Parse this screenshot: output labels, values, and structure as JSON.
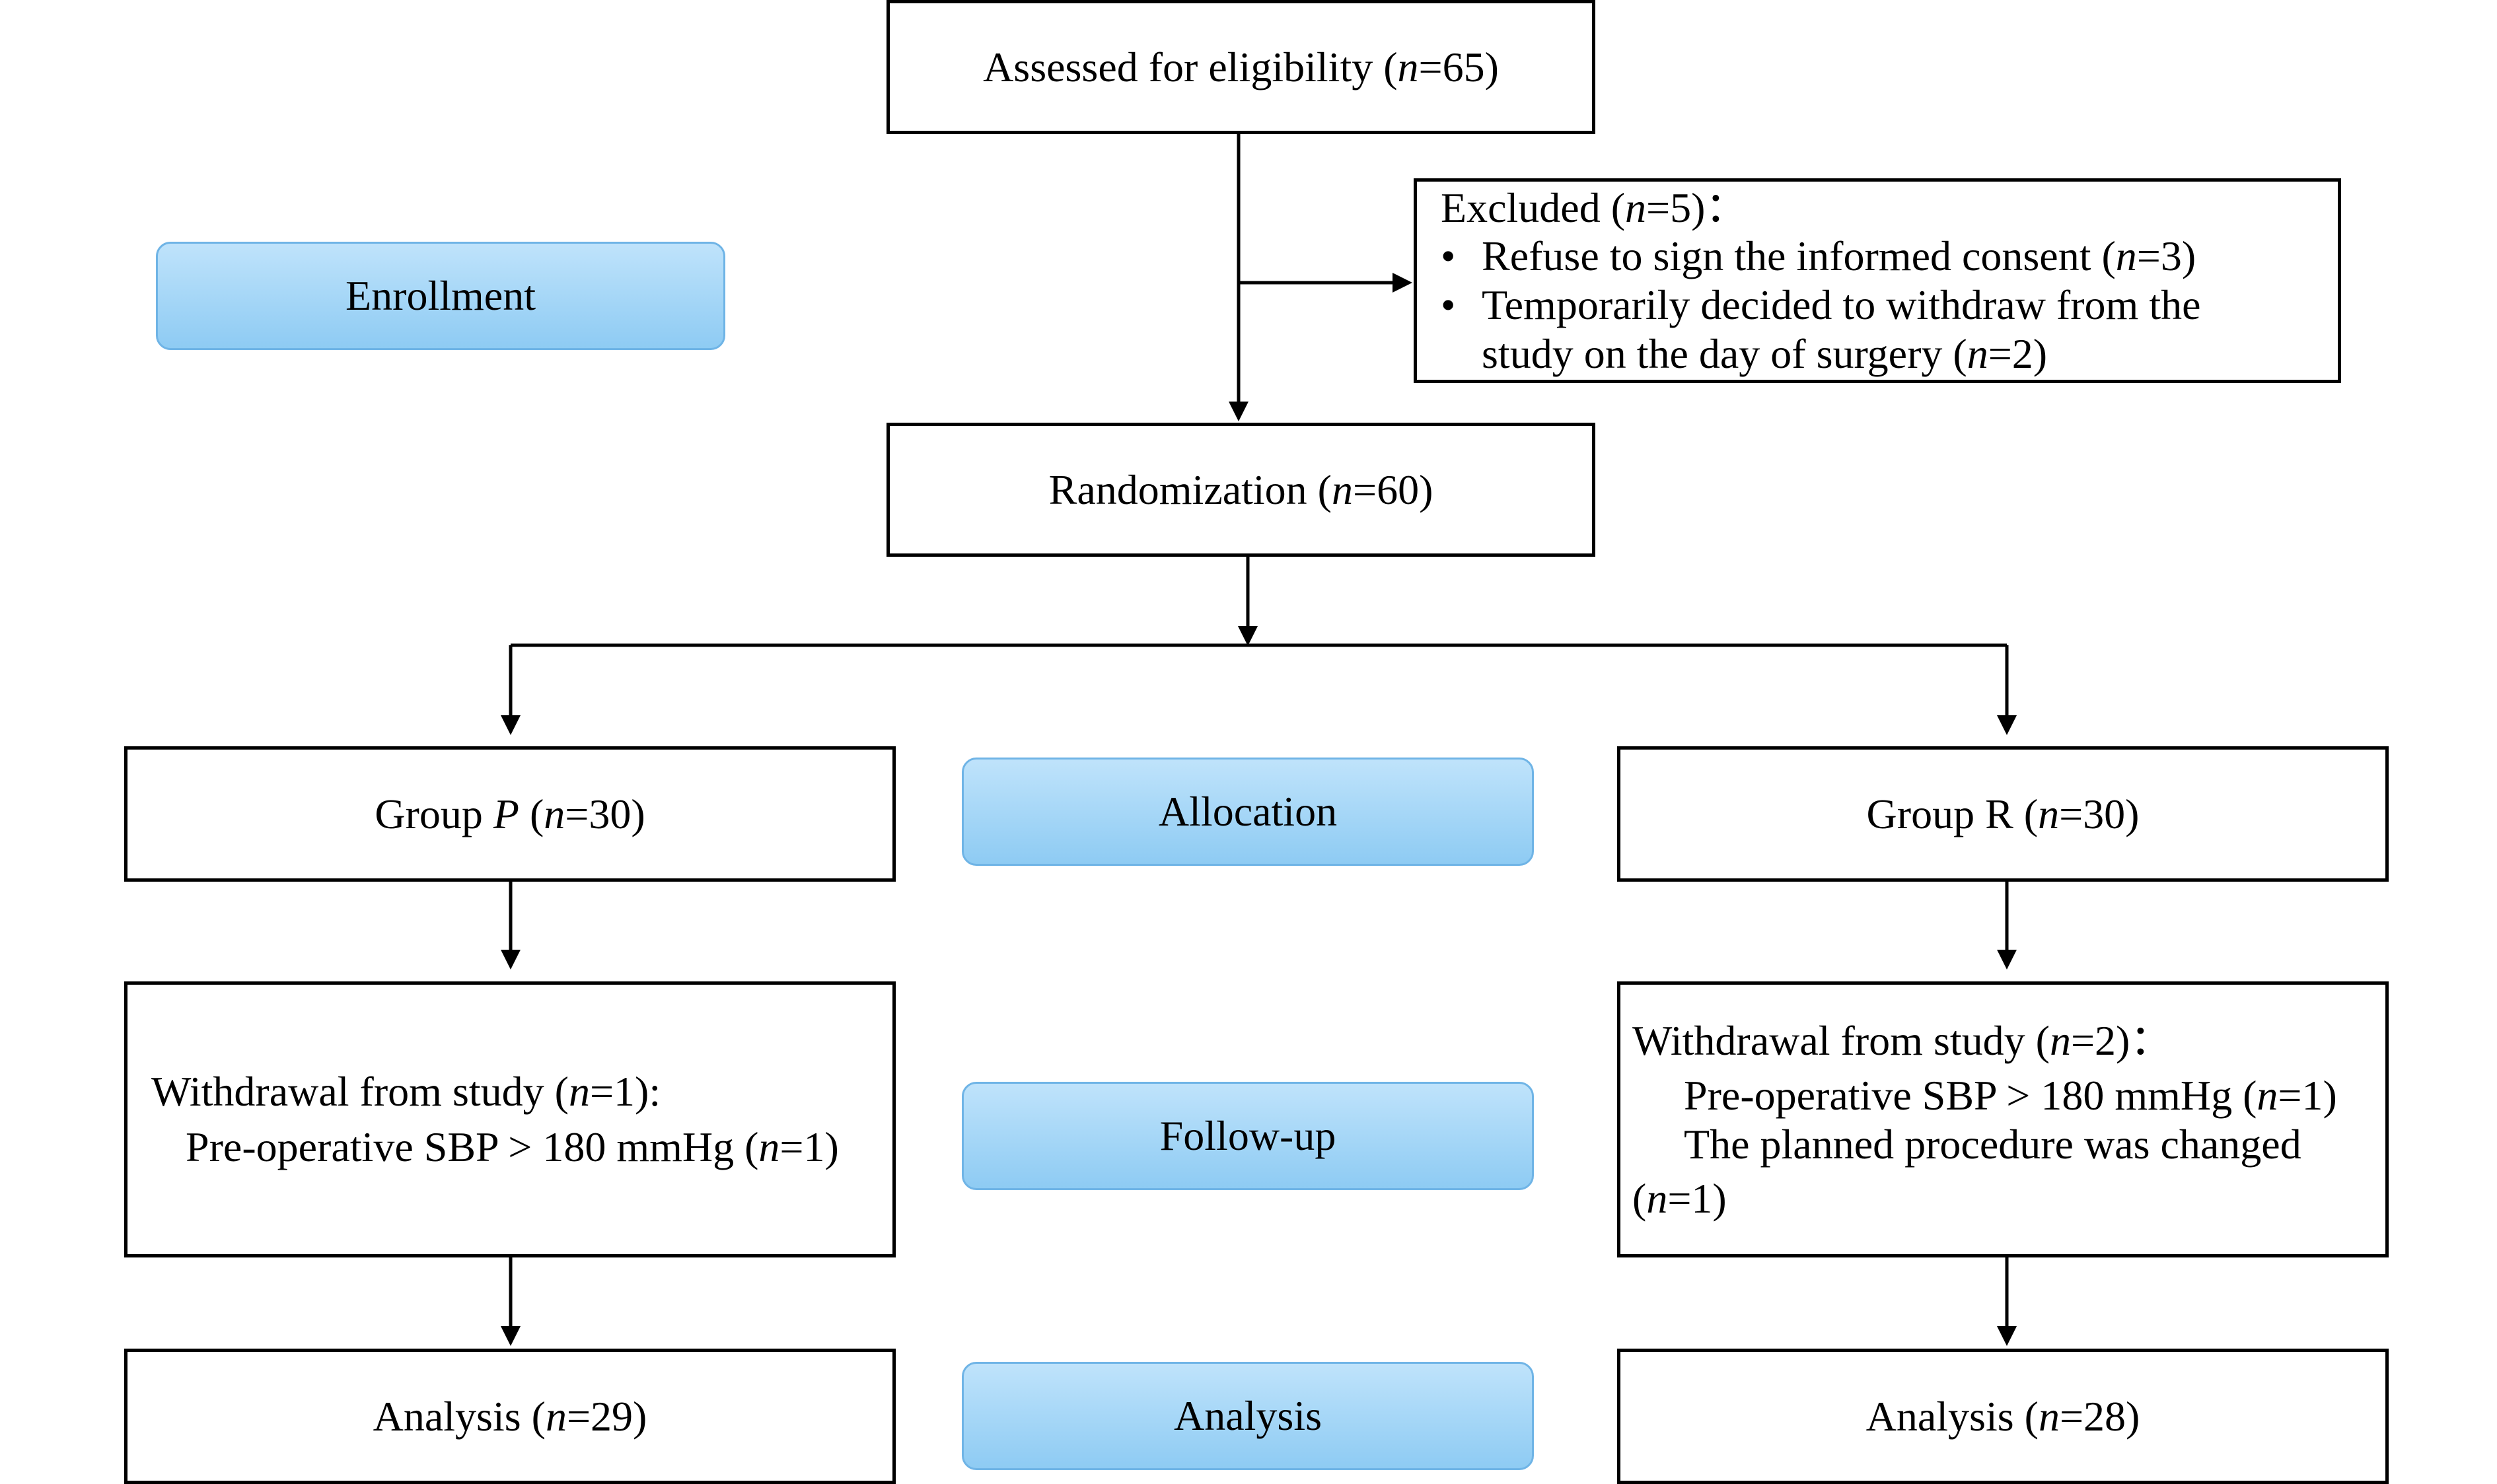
{
  "stages": {
    "enrollment": "Enrollment",
    "allocation": "Allocation",
    "followup": "Follow-up",
    "analysis": "Analysis"
  },
  "assessed": {
    "prefix": "Assessed for eligibility (",
    "n": "n",
    "suffix": "=65)"
  },
  "excluded": {
    "title_prefix": "Excluded (",
    "n": "n",
    "title_suffix": "=5)：",
    "item1_prefix": "Refuse to sign the informed consent (",
    "item1_suffix": "=3)",
    "item2_line1": "Temporarily decided to withdraw from the",
    "item2_line2_prefix": "study on the day of surgery (",
    "item2_line2_suffix": "=2)"
  },
  "randomization": {
    "prefix": "Randomization (",
    "n": "n",
    "suffix": "=60)"
  },
  "group_p": {
    "prefix": "Group ",
    "letter": "P",
    "mid": " (",
    "n": "n",
    "suffix": "=30)"
  },
  "group_r": {
    "prefix": "Group R  (",
    "n": "n",
    "suffix": "=30)"
  },
  "withdraw_p": {
    "title_prefix": "Withdrawal from study (",
    "n": "n",
    "title_suffix": "=1):",
    "line1_prefix": "Pre-operative SBP > 180 mmHg (",
    "line1_suffix": "=1)"
  },
  "withdraw_r": {
    "title_prefix": "Withdrawal from study (",
    "n": "n",
    "title_suffix": "=2)：",
    "line1_prefix": "Pre-operative SBP > 180 mmHg (",
    "line1_suffix": "=1)",
    "line2": "The planned procedure was changed",
    "line3_prefix": "(",
    "line3_suffix": "=1)"
  },
  "analysis_p": {
    "prefix": "Analysis (",
    "n": "n",
    "suffix": "=29)"
  },
  "analysis_r": {
    "prefix": "Analysis (",
    "n": "n",
    "suffix": "=28)"
  }
}
